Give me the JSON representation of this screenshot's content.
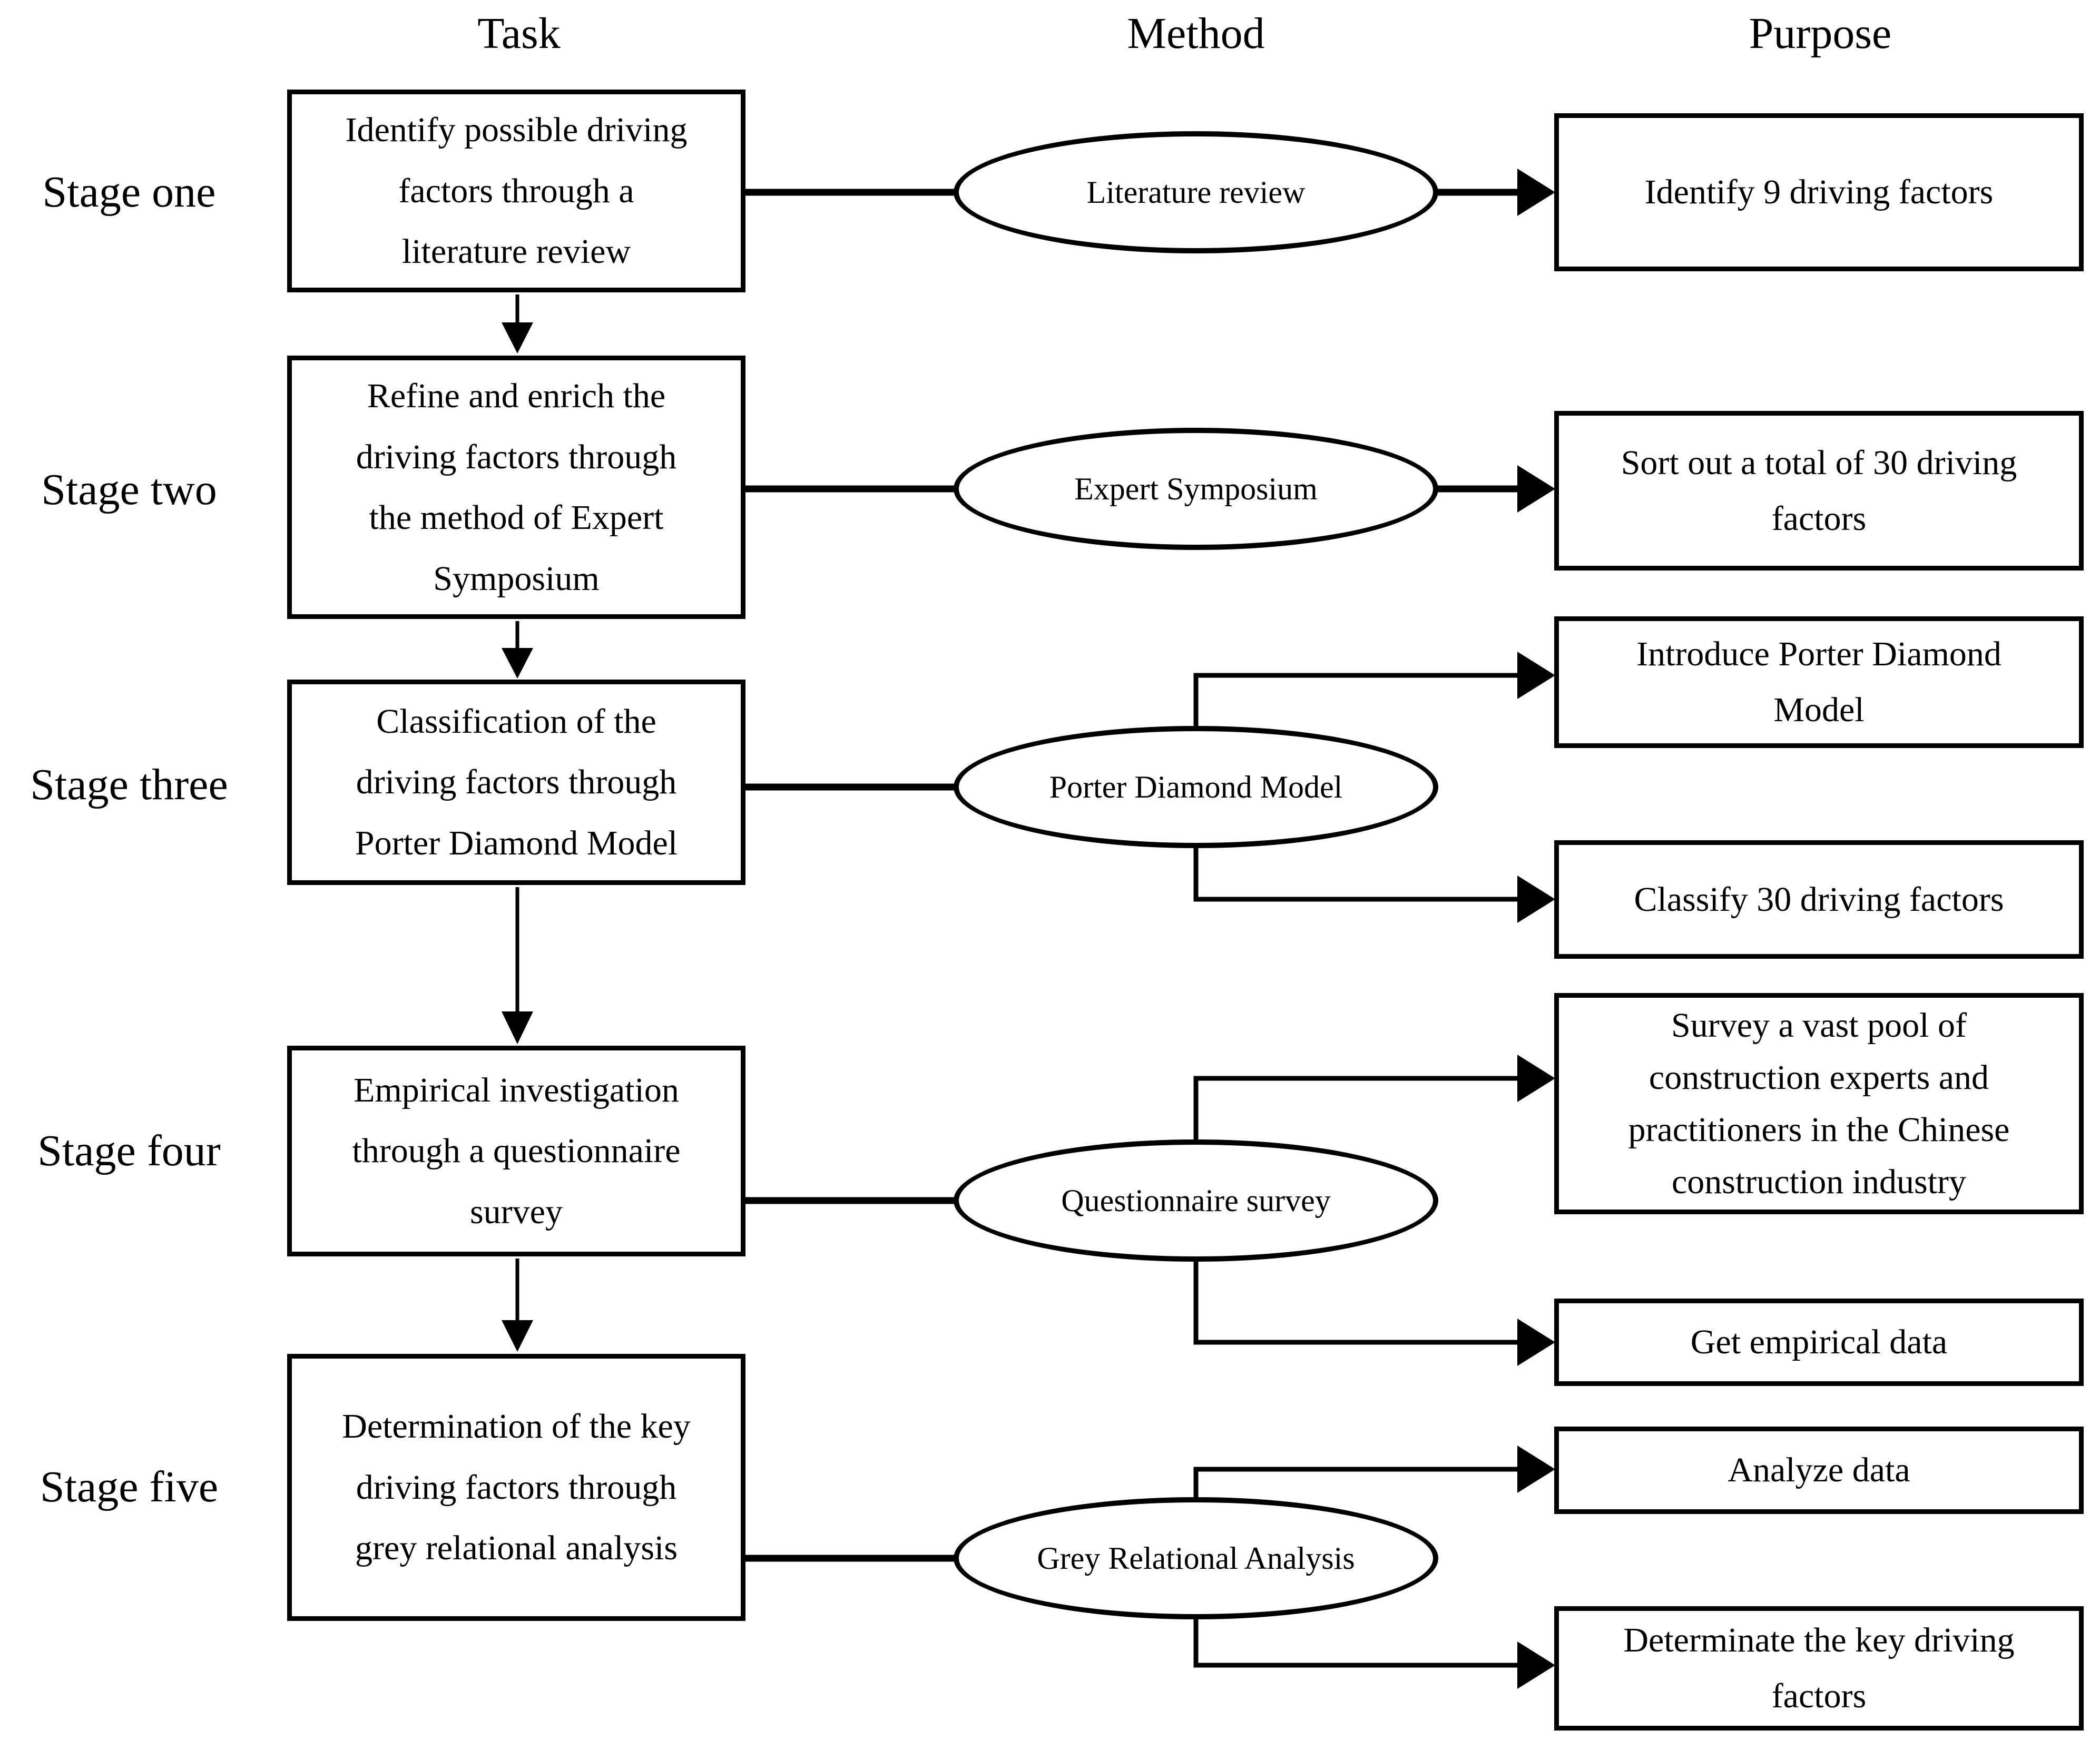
{
  "columns": {
    "task": "Task",
    "method": "Method",
    "purpose": "Purpose"
  },
  "stages": [
    {
      "label": "Stage one",
      "task": "Identify possible driving\nfactors through a\nliterature review",
      "method": "Literature review",
      "purposes": [
        "Identify 9 driving factors"
      ]
    },
    {
      "label": "Stage two",
      "task": "Refine and enrich the\ndriving factors through\nthe method of Expert\nSymposium",
      "method": "Expert Symposium",
      "purposes": [
        "Sort out a total of 30 driving\nfactors"
      ]
    },
    {
      "label": "Stage three",
      "task": "Classification of the\ndriving factors through\nPorter Diamond Model",
      "method": "Porter Diamond Model",
      "purposes": [
        "Introduce Porter Diamond\nModel",
        "Classify 30 driving factors"
      ]
    },
    {
      "label": "Stage four",
      "task": "Empirical investigation\nthrough a questionnaire\nsurvey",
      "method": "Questionnaire survey",
      "purposes": [
        "Survey a vast pool of\nconstruction experts and\npractitioners in the Chinese\nconstruction industry",
        "Get empirical data"
      ]
    },
    {
      "label": "Stage five",
      "task": "Determination of the key\ndriving factors through\ngrey relational analysis",
      "method": "Grey Relational Analysis",
      "purposes": [
        "Analyze data",
        "Determinate the key driving\nfactors"
      ]
    }
  ]
}
